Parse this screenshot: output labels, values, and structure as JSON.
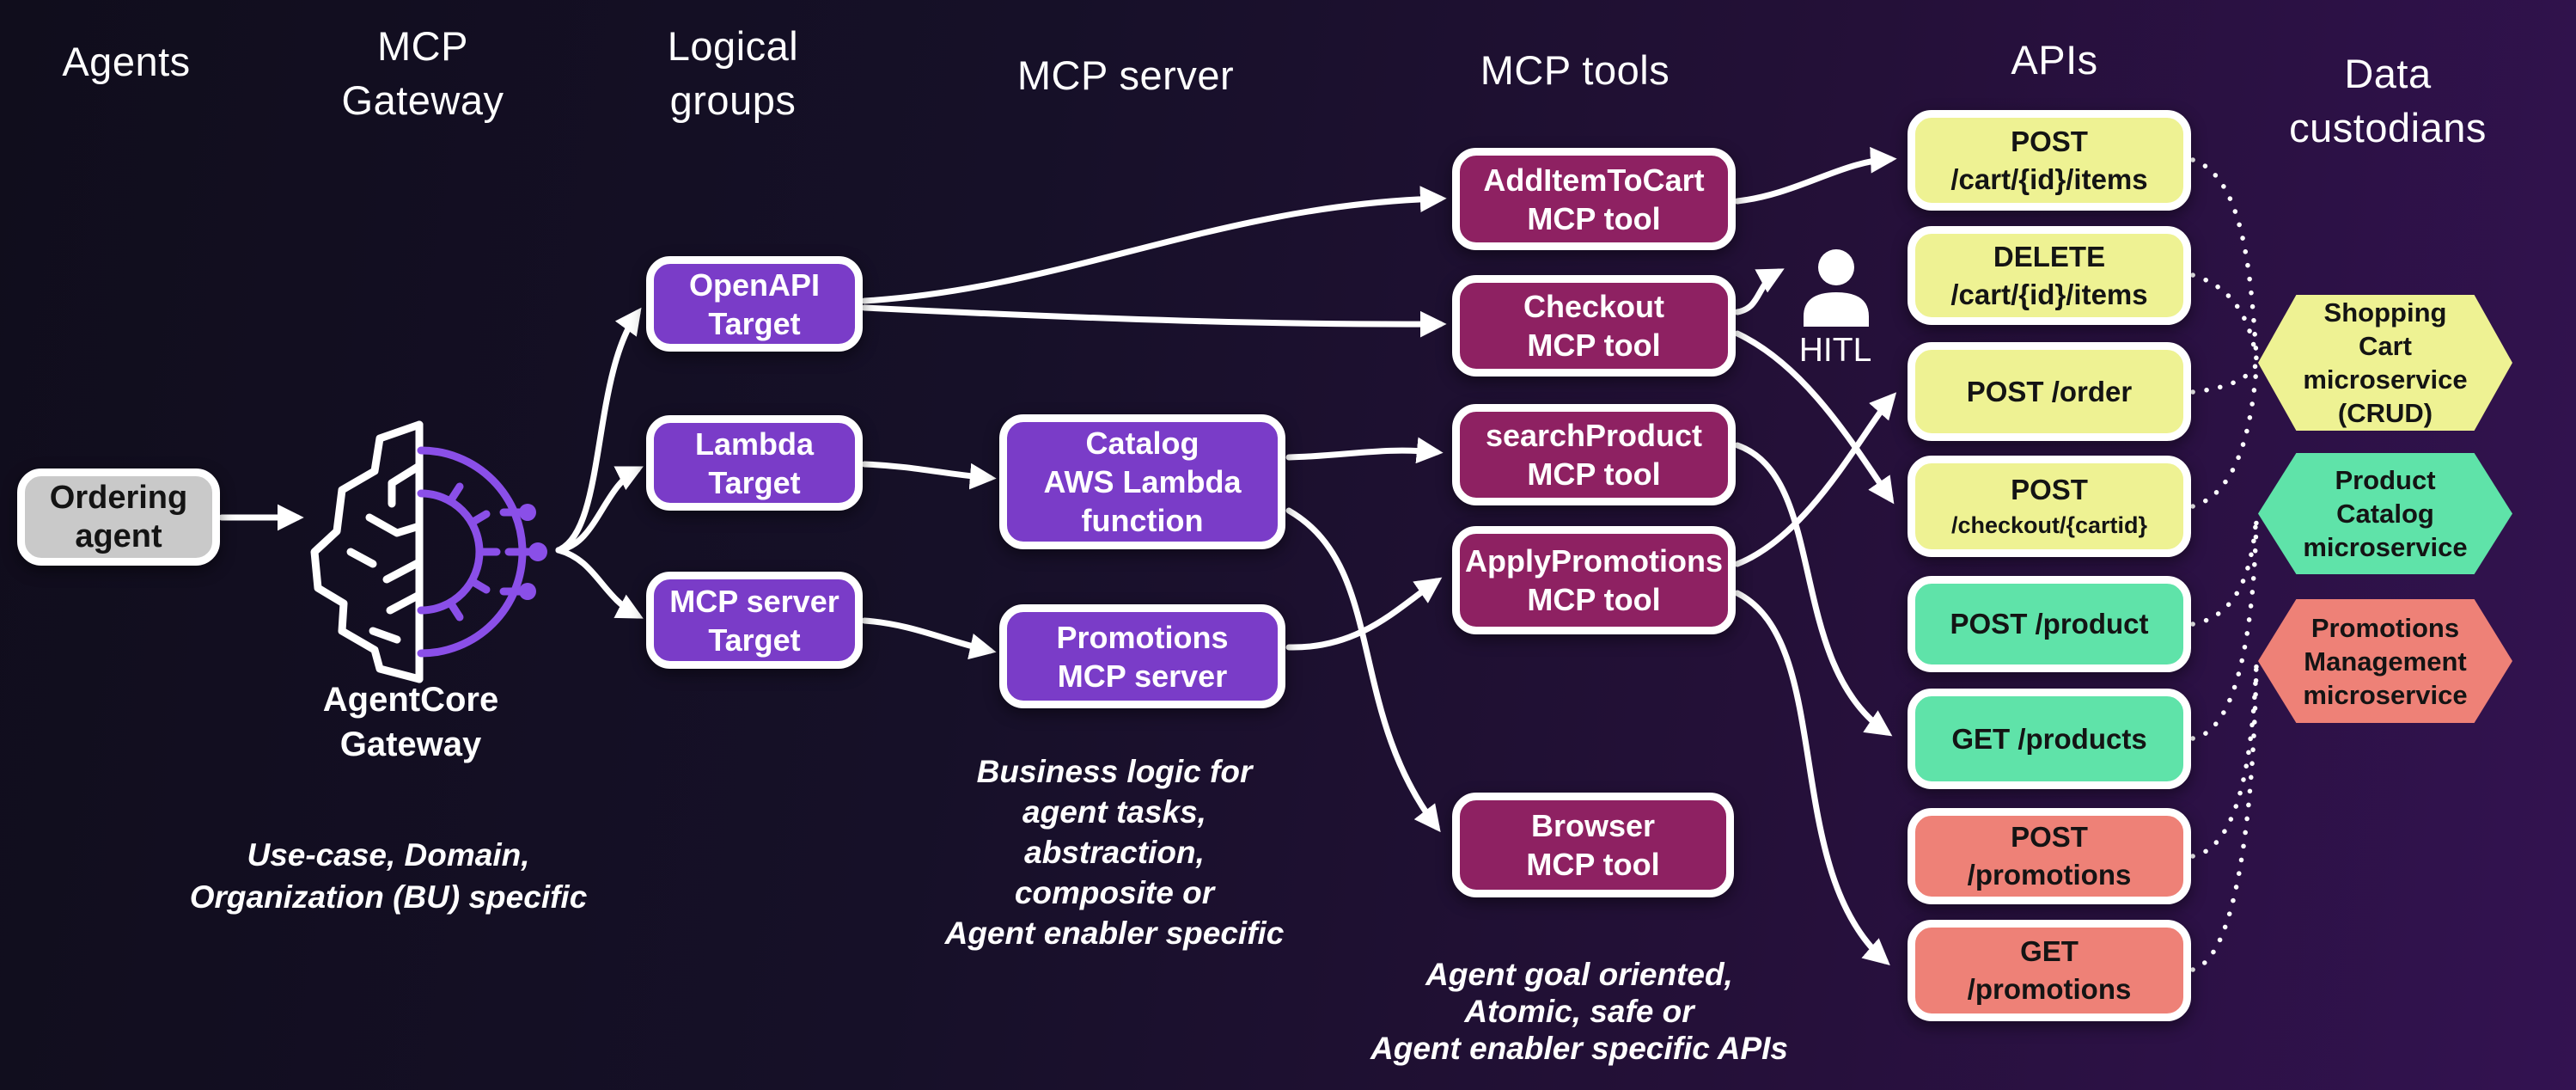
{
  "colors": {
    "background_dark": "#100d1c",
    "background_purple": "#331251",
    "target_purple": "#7a3cc8",
    "tool_magenta": "#8e2162",
    "api_yellow": "#eef293",
    "api_green": "#5fe3a9",
    "api_salmon": "#ee8177",
    "agent_gray": "#c9c9c9",
    "icon_purple": "#8a4fe8",
    "line_white": "#ffffff"
  },
  "headers": {
    "agents": "Agents",
    "mcp_gateway": "MCP\nGateway",
    "logical_groups": "Logical\ngroups",
    "mcp_server": "MCP server",
    "mcp_tools": "MCP tools",
    "apis": "APIs",
    "data_custodians": "Data custodians"
  },
  "agent": {
    "label": "Ordering\nagent"
  },
  "gateway": {
    "label": "AgentCore\nGateway",
    "note": "Use-case, Domain,\nOrganization (BU) specific"
  },
  "targets": [
    {
      "label": "OpenAPI\nTarget"
    },
    {
      "label": "Lambda\nTarget"
    },
    {
      "label": "MCP server\nTarget"
    }
  ],
  "servers": {
    "items": [
      {
        "label": "Catalog\nAWS Lambda\nfunction"
      },
      {
        "label": "Promotions\nMCP server"
      }
    ],
    "note": "Business logic for\nagent tasks,\nabstraction,\ncomposite or\nAgent enabler specific"
  },
  "tools": {
    "items": [
      {
        "label": "AddItemToCart\nMCP tool"
      },
      {
        "label": "Checkout\nMCP tool"
      },
      {
        "label": "searchProduct\nMCP tool"
      },
      {
        "label": "ApplyPromotions\nMCP tool"
      },
      {
        "label": "Browser\nMCP tool"
      }
    ],
    "hitl": "HITL",
    "note": "Agent goal oriented,\nAtomic, safe or\nAgent enabler specific APIs"
  },
  "apis": {
    "boxes": [
      {
        "line1": "POST",
        "line2": "/cart/{id}/items"
      },
      {
        "line1": "DELETE",
        "line2": "/cart/{id}/items"
      },
      {
        "line1": "POST /order",
        "line2": ""
      },
      {
        "line1": "POST",
        "line2": "/checkout/{cartid}"
      },
      {
        "line1": "POST /product",
        "line2": ""
      },
      {
        "line1": "GET /products",
        "line2": ""
      },
      {
        "line1": "POST",
        "line2": "/promotions"
      },
      {
        "line1": "GET",
        "line2": "/promotions"
      }
    ]
  },
  "custodians": [
    {
      "label": "Shopping\nCart\nmicroservice\n(CRUD)"
    },
    {
      "label": "Product\nCatalog\nmicroservice"
    },
    {
      "label": "Promotions\nManagement\nmicroservice"
    }
  ]
}
